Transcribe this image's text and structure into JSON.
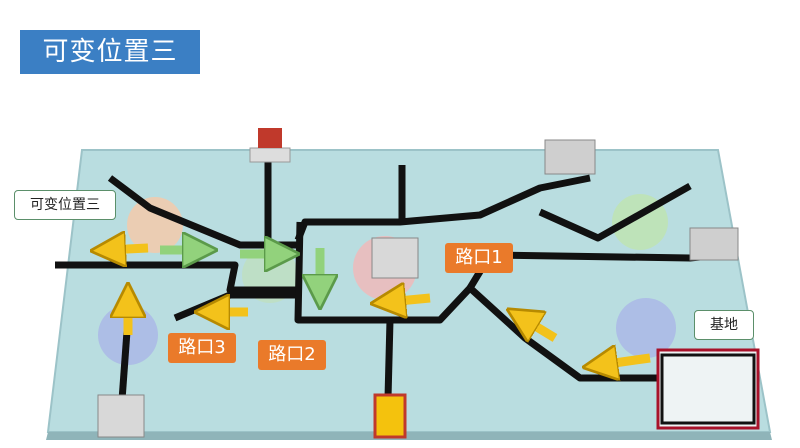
{
  "title": "可变位置三",
  "labels": {
    "variable_position": "可变位置三",
    "base": "基地",
    "junction1": "路口1",
    "junction2": "路口2",
    "junction3": "路口3"
  },
  "colors": {
    "title_bg": "#3b7fc4",
    "board": "#b9dde0",
    "line": "#111111",
    "arrow_yellow": "#f3c21b",
    "arrow_green": "#92d27c",
    "junction_bg": "#ea7a2a"
  }
}
